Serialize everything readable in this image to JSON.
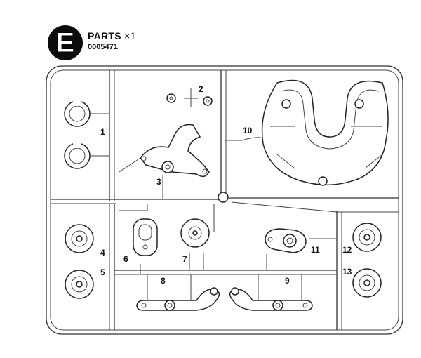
{
  "header": {
    "letter": "E",
    "title": "PARTS",
    "quantity": "×1",
    "code": "0005471"
  },
  "part_numbers": [
    "1",
    "2",
    "3",
    "4",
    "5",
    "6",
    "7",
    "8",
    "9",
    "10",
    "11",
    "12",
    "13"
  ]
}
